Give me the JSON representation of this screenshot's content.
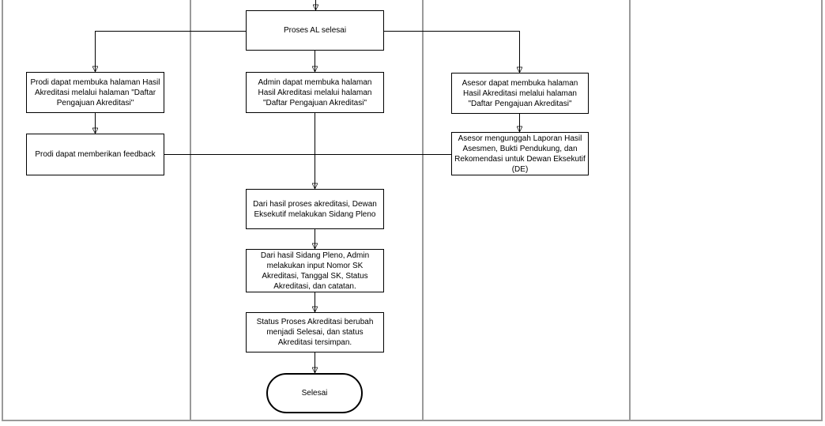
{
  "colors": {
    "background": "#ffffff",
    "node_border": "#000000",
    "lane_border": "#9a9a9a",
    "connector": "#000000",
    "text": "#000000"
  },
  "nodes": {
    "proses_al_selesai": "Proses AL selesai",
    "prodi_membuka_halaman": "Prodi dapat membuka halaman Hasil Akreditasi melalui halaman \"Daftar Pengajuan Akreditasi\"",
    "admin_membuka_halaman": "Admin dapat membuka halaman Hasil Akreditasi melalui halaman \"Daftar Pengajuan Akreditasi\"",
    "asesor_membuka_halaman": "Asesor dapat membuka halaman Hasil Akreditasi melalui halaman \"Daftar Pengajuan Akreditasi\"",
    "prodi_feedback": "Prodi dapat memberikan feedback",
    "asesor_mengunggah": "Asesor mengunggah Laporan Hasil Asesmen, Bukti Pendukung, dan Rekomendasi untuk Dewan Eksekutif (DE)",
    "sidang_pleno": "Dari hasil proses akreditasi, Dewan Eksekutif melakukan Sidang Pleno",
    "input_sk": "Dari hasil Sidang Pleno, Admin melakukan input Nomor SK Akreditasi, Tanggal SK, Status Akreditasi, dan catatan.",
    "status_berubah": "Status Proses Akreditasi berubah menjadi Selesai, dan status Akreditasi tersimpan.",
    "terminal_selesai": "Selesai"
  }
}
